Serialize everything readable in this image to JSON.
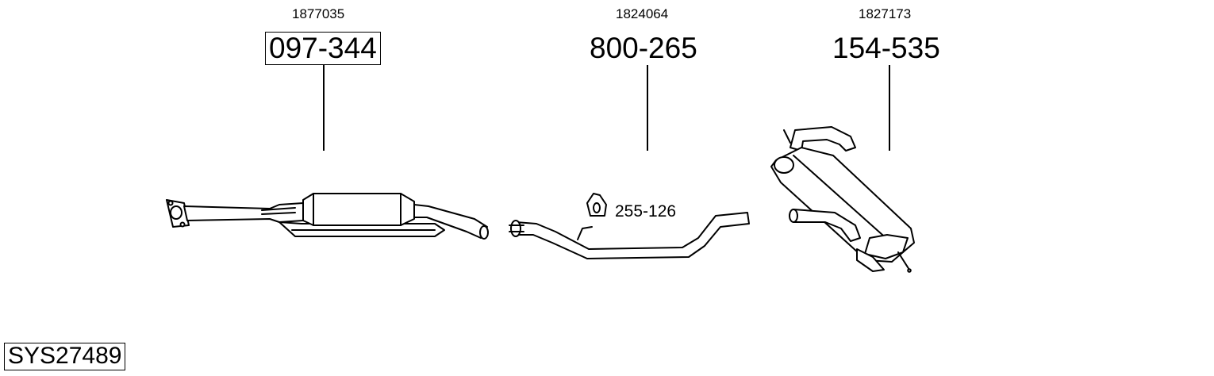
{
  "parts": [
    {
      "ref": "1877035",
      "number": "097-344",
      "boxed": true
    },
    {
      "ref": "1824064",
      "number": "800-265",
      "boxed": false
    },
    {
      "ref": "1827173",
      "number": "154-535",
      "boxed": false
    }
  ],
  "accessory": {
    "number": "255-126"
  },
  "system": {
    "code": "SYS27489"
  }
}
